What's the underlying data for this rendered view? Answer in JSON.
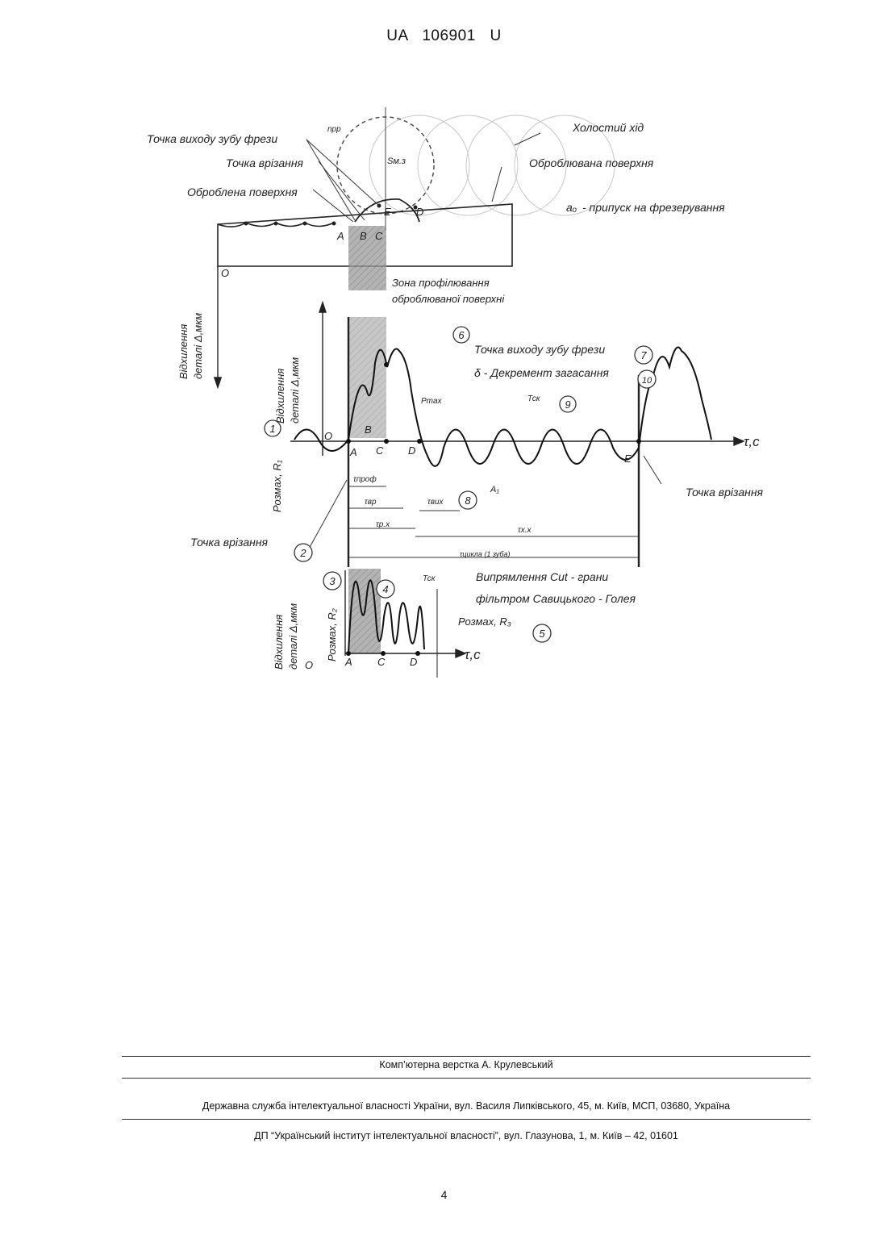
{
  "header": {
    "doc_number": "UA  106901  U"
  },
  "figure": {
    "labels": {
      "idle_stroke": "Холостий хід",
      "tooth_exit_point": "Точка виходу зубу фрези",
      "cut_in_point": "Точка врізання",
      "machined_surface": "Оброблена поверхня",
      "surface_being_machined": "Оброблювана поверхня",
      "milling_allowance": "- припуск на фрезерування",
      "allowance_symbol": "aₒ",
      "profiling_zone_line1": "Зона профілювання",
      "profiling_zone_line2": "оброблюваної поверхні",
      "deviation_axis_line1": "Відхилення",
      "deviation_axis_line2": "деталі Δ,мкм",
      "tooth_exit_point_2": "Точка виходу зубу фрези",
      "damping_decrement": "δ - Декремент загасання",
      "range_r1": "Розмах, R₁",
      "cut_in_point_2": "Точка врізання",
      "cut_in_point_3": "Точка врізання",
      "rectification": "Випрямлення Cut - грани",
      "savitzky_golay": "фільтром Савицького - Голея",
      "range_r2": "Розмах, R₂",
      "range_r3": "Розмах, R₃",
      "time_axis": "τ,с",
      "n_rr": "nрр",
      "s_mz": "Sм.з",
      "t_prof": "τпроф",
      "t_vr": "τвр",
      "t_vyh": "τвих",
      "t_rh": "τр.х",
      "t_xx": "τх.х",
      "t_cycle": "τцикла (1 зуба)",
      "t_sk": "Тск",
      "t_sk2": "Тск",
      "a1": "A₁",
      "p_max": "Pmax"
    },
    "points": [
      "A",
      "B",
      "C",
      "D",
      "E",
      "O"
    ],
    "callouts": [
      "1",
      "2",
      "3",
      "4",
      "5",
      "6",
      "7",
      "8",
      "9",
      "10"
    ]
  },
  "footer": {
    "layout_by": "Комп’ютерна верстка А. Крулевський",
    "service": "Державна служба інтелектуальної власності України, вул. Василя Липківського, 45, м. Київ, МСП, 03680, Україна",
    "institute": "ДП “Український інститут інтелектуальної власності”, вул. Глазунова, 1, м. Київ – 42, 01601"
  },
  "page_number": "4"
}
